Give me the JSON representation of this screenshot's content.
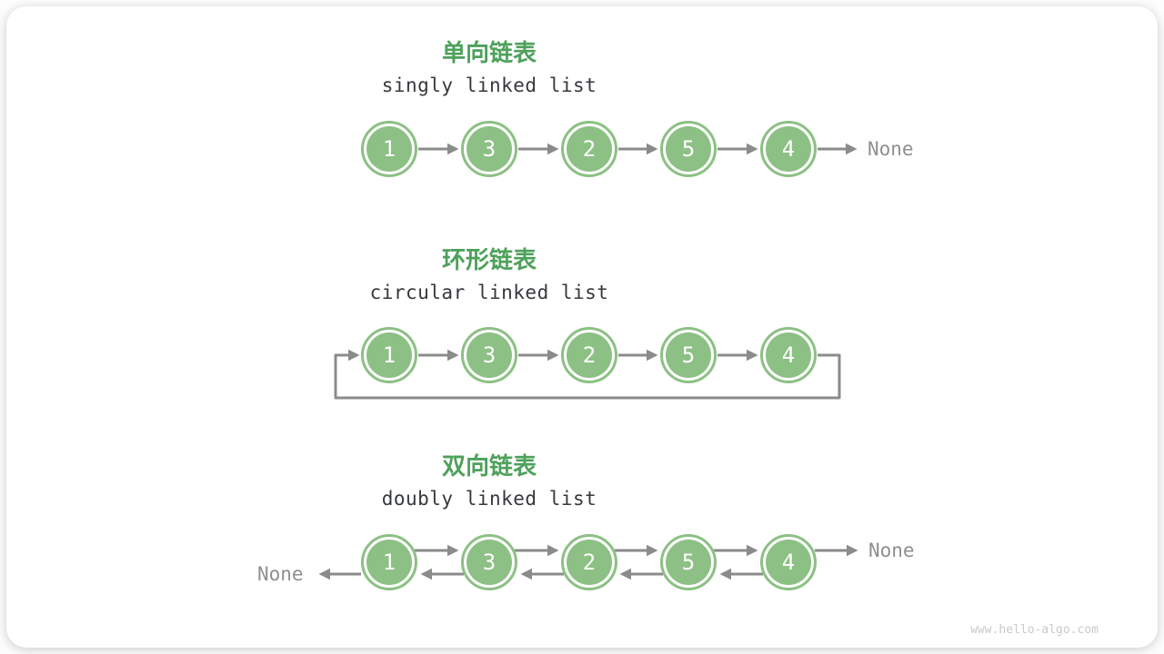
{
  "page": {
    "watermark": "www.hello-algo.com"
  },
  "colors": {
    "node_green": "#8CC084",
    "title_green": "#4EA15B",
    "arrow_gray": "#8B8B8B",
    "subtitle_dark": "#36393D",
    "none_gray": "#8F8F8F",
    "watermark_gray": "#C9C9C9"
  },
  "sections": [
    {
      "id": "singly",
      "title_zh": "单向链表",
      "title_en": "singly linked list",
      "nodes": [
        "1",
        "3",
        "2",
        "5",
        "4"
      ],
      "tail_label": "None"
    },
    {
      "id": "circular",
      "title_zh": "环形链表",
      "title_en": "circular linked list",
      "nodes": [
        "1",
        "3",
        "2",
        "5",
        "4"
      ]
    },
    {
      "id": "doubly",
      "title_zh": "双向链表",
      "title_en": "doubly linked list",
      "nodes": [
        "1",
        "3",
        "2",
        "5",
        "4"
      ],
      "head_label": "None",
      "tail_label": "None"
    }
  ]
}
